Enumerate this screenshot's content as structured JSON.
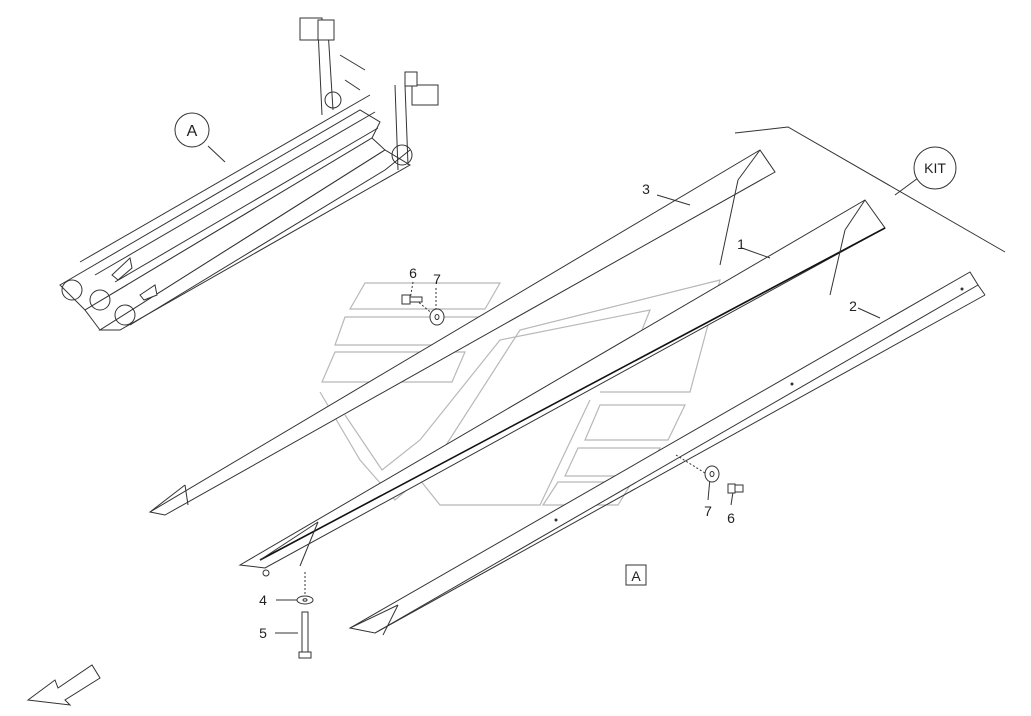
{
  "callouts": {
    "assembly_ref": "A",
    "kit": "KIT",
    "part_1": "1",
    "part_2": "2",
    "part_3": "3",
    "part_4": "4",
    "part_5": "5",
    "part_6_top": "6",
    "part_7_top": "7",
    "part_6_bottom": "6",
    "part_7_bottom": "7",
    "view_box": "A"
  }
}
